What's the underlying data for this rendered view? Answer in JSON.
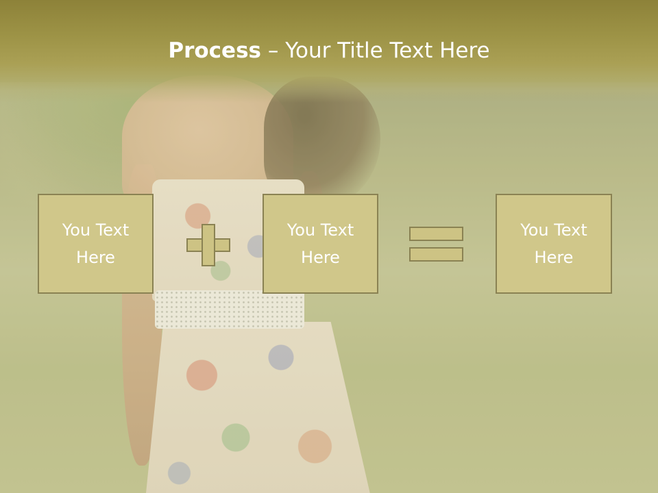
{
  "slide": {
    "title_bold": "Process",
    "title_rest": " – Your Title Text Here",
    "boxes": [
      {
        "text": "You Text\nHere"
      },
      {
        "text": "You Text\nHere"
      },
      {
        "text": "You Text\nHere"
      }
    ],
    "operators": [
      "plus-icon",
      "equals-icon"
    ]
  },
  "colors": {
    "title_bar": "#9d9346",
    "box_fill": "#d0c78a",
    "box_border": "#8a8253",
    "text": "#ffffff"
  }
}
